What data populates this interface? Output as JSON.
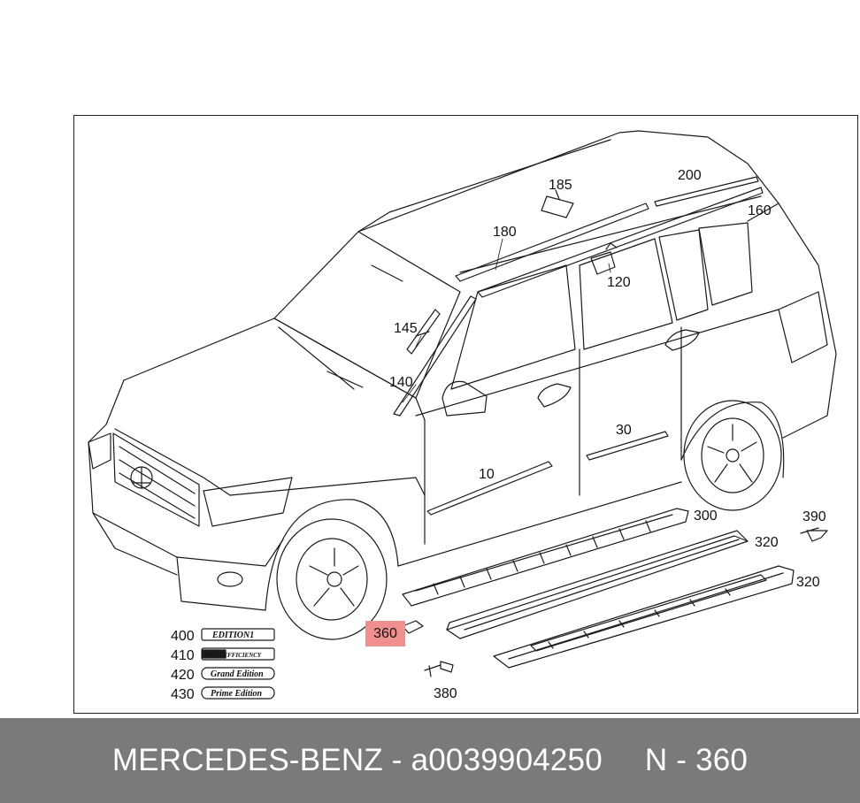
{
  "diagram": {
    "callouts": {
      "c10": "10",
      "c30": "30",
      "c120": "120",
      "c140": "140",
      "c145": "145",
      "c160": "160",
      "c180": "180",
      "c185": "185",
      "c200": "200",
      "c300": "300",
      "c320a": "320",
      "c320b": "320",
      "c380": "380",
      "c390": "390",
      "c400": "400",
      "c410": "410",
      "c420": "420",
      "c430": "430"
    },
    "highlighted_part": "360",
    "badges": {
      "b400": "EDITION1",
      "b410": "BLUE EFFICIENCY",
      "b420": "Grand Edition",
      "b430": "Prime Edition"
    }
  },
  "footer": {
    "brand_part": "MERCEDES-BENZ - a0039904250",
    "position": "N - 360"
  }
}
